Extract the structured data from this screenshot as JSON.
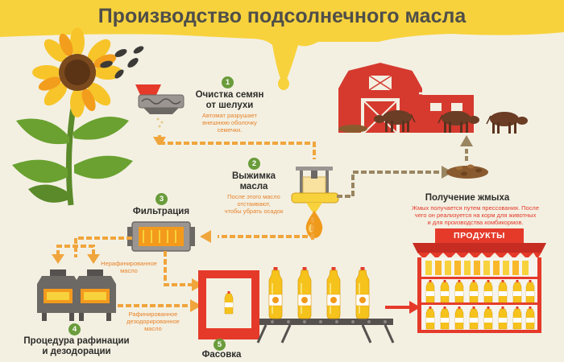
{
  "title": "Производство подсолнечного масла",
  "steps": [
    {
      "number": "1",
      "title_lines": [
        "Очистка семян",
        "от шелухи"
      ],
      "note_lines": [
        "Автомат разрушает",
        "внешнюю оболочку",
        "семечки."
      ]
    },
    {
      "number": "2",
      "title_lines": [
        "Выжимка",
        "масла"
      ],
      "note_lines": [
        "После этого масло",
        "отстаивают,",
        "чтобы убрать осадок"
      ]
    },
    {
      "number": "3",
      "title_lines": [
        "Фильтрация"
      ],
      "note_lines": []
    },
    {
      "number": "4",
      "title_lines": [
        "Процедура рафинации",
        "и дезодорации"
      ],
      "note_lines": []
    },
    {
      "number": "5",
      "title_lines": [
        "Фасовка"
      ],
      "note_lines": []
    }
  ],
  "cake": {
    "title": "Получение жмыха",
    "note_lines": [
      "Жмых получается путем прессования. После",
      "чего он реализуется на корм для животных",
      "и для производства комбикормов."
    ]
  },
  "flow_labels": {
    "unrefined_lines": [
      "Нерафинированное",
      "масло"
    ],
    "refined_lines": [
      "Рафинированное",
      "дезодорированное",
      "масло"
    ]
  },
  "shop_sign": "ПРОДУКТЫ",
  "colors": {
    "background": "#f3f0e2",
    "oil_yellow": "#f7d23c",
    "flow_orange": "#f0a53c",
    "arrow_brown": "#9a8561",
    "barn_red": "#d63a2f",
    "accent_green": "#6a9c3b",
    "note_orange": "#e8822a"
  }
}
